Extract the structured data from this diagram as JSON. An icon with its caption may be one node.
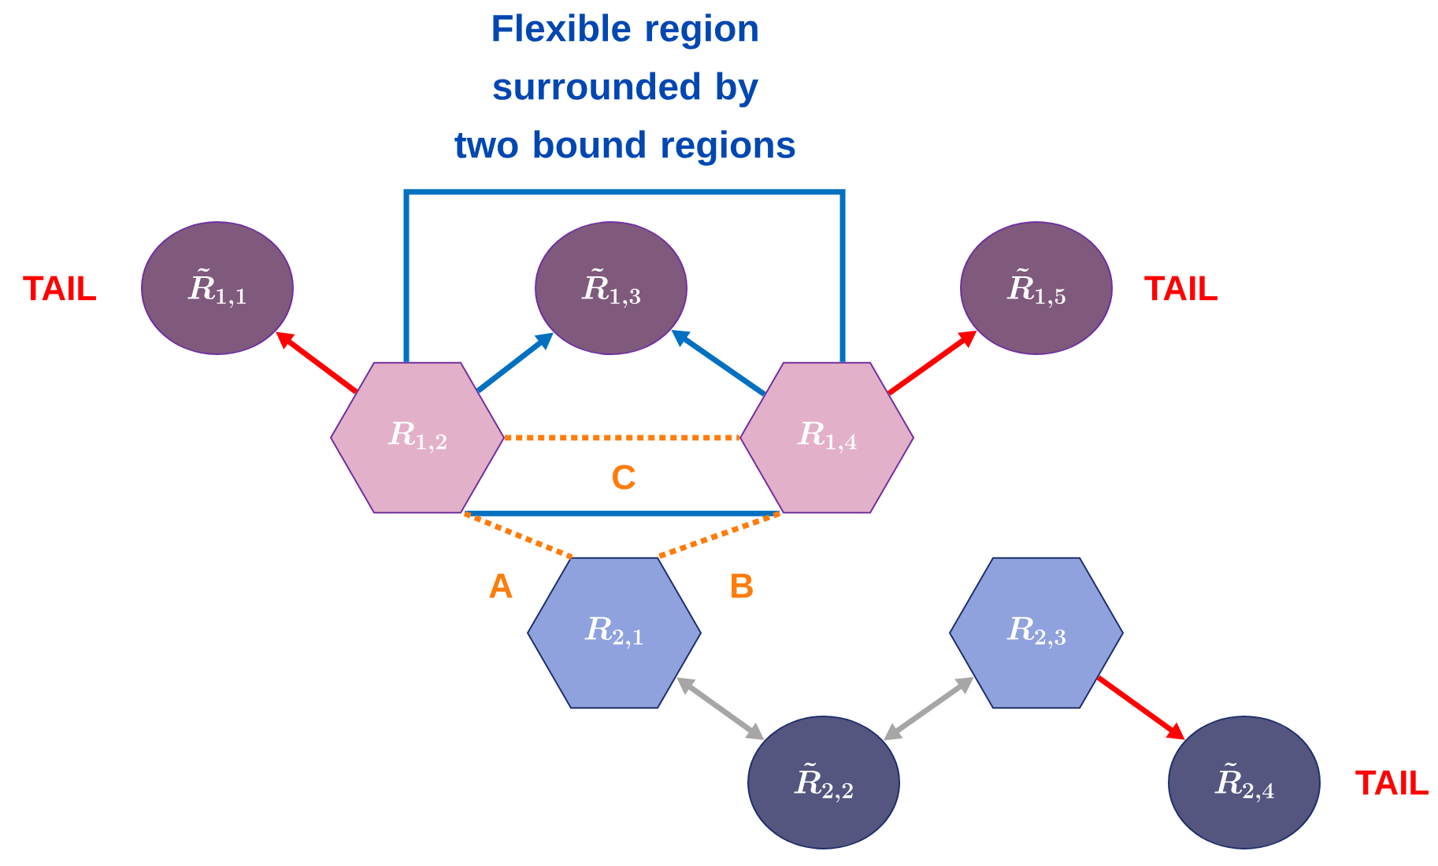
{
  "diagram": {
    "title": "Flexible region surrounded by two bound regions",
    "nodes": [
      {
        "text": [
          "\\tilde{R}_{1,1}"
        ],
        "beside": [
          "TAIL"
        ]
      },
      {
        "text": [
          "R_{1,2}"
        ]
      },
      {
        "text": [
          "\\tilde{R}_{1,3}"
        ]
      },
      {
        "text": [
          "R_{1,4}"
        ]
      },
      {
        "text": [
          "\\tilde{R}_{1,5}"
        ],
        "beside": [
          "TAIL"
        ]
      },
      {
        "text": [
          "R_{2,1}"
        ]
      },
      {
        "text": [
          "\\tilde{R}_{2,2}"
        ]
      },
      {
        "text": [
          "R_{2,3}"
        ]
      },
      {
        "text": [
          "\\tilde{R}_{2,4}"
        ],
        "beside": [
          "TAIL"
        ]
      }
    ],
    "edges": [
      {
        "from": 1,
        "to": 0,
        "arrow": "to",
        "color": "#ff0000"
      },
      {
        "from": 1,
        "to": 2,
        "arrow": "to",
        "color": "#0070c0"
      },
      {
        "from": 3,
        "to": 2,
        "arrow": "to",
        "color": "#0070c0"
      },
      {
        "from": 3,
        "to": 4,
        "arrow": "to",
        "color": "#ff0000"
      },
      {
        "from": 1,
        "to": 3,
        "arrow": "none",
        "color": "#0070c0"
      },
      {
        "from": 1,
        "to": 3,
        "arrow": "none",
        "color": "#0070c0"
      },
      {
        "from": 1,
        "to": 3,
        "arrow": "none",
        "style": "dashed",
        "color": "#ff7c0a",
        "label": "C"
      },
      {
        "from": 1,
        "to": 5,
        "arrow": "none",
        "style": "dashed",
        "color": "#ff7c0a",
        "label": "A"
      },
      {
        "from": 3,
        "to": 5,
        "arrow": "none",
        "style": "dashed",
        "color": "#ff7c0a",
        "label": "B"
      },
      {
        "from": 5,
        "to": 6,
        "arrow": "both",
        "color": "#a6a6a6"
      },
      {
        "from": 7,
        "to": 6,
        "arrow": "both",
        "color": "#a6a6a6"
      },
      {
        "from": 7,
        "to": 8,
        "arrow": "to",
        "color": "#ff0000"
      }
    ]
  }
}
